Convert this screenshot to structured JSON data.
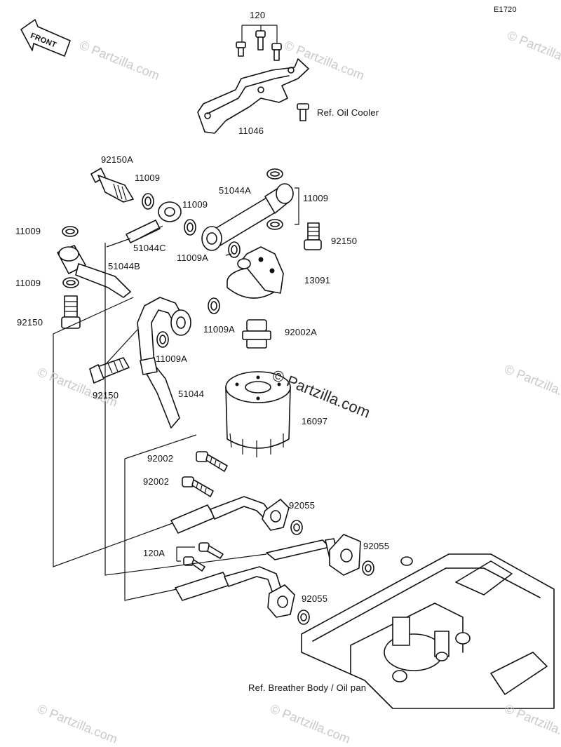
{
  "diagram": {
    "code": "E1720",
    "front_label": "FRONT",
    "watermarks": [
      "© Partzilla.com",
      "© Partzilla.com",
      "© Partzilla.com",
      "© Partzilla.com",
      "© Partzilla.com",
      "© Partzilla.com",
      "© Partzilla.com",
      "© Partzilla.com"
    ],
    "main_watermark": "© Partzilla.com",
    "labels": {
      "p120": "120",
      "p11046": "11046",
      "ref_oil_cooler": "Ref. Oil Cooler",
      "p92150A": "92150A",
      "p11009_a": "11009",
      "p51044A": "51044A",
      "p11009_b": "11009",
      "p11009_c": "11009",
      "p11009_d": "11009",
      "p92150_a": "92150",
      "p51044C": "51044C",
      "p11009A_a": "11009A",
      "p51044B": "51044B",
      "p11009_e": "11009",
      "p13091": "13091",
      "p92150_b": "92150",
      "p11009A_b": "11009A",
      "p92002A": "92002A",
      "p11009A_c": "11009A",
      "p92150_c": "92150",
      "p51044": "51044",
      "p16097": "16097",
      "p92002_a": "92002",
      "p92002_b": "92002",
      "p92055_a": "92055",
      "p120A": "120A",
      "p92055_b": "92055",
      "p92055_c": "92055",
      "ref_breather": "Ref. Breather Body / Oil pan"
    }
  }
}
